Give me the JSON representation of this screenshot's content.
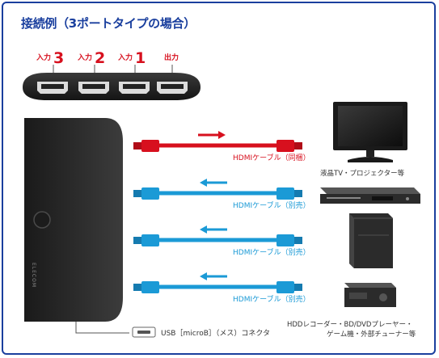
{
  "title": "接続例（3ポートタイプの場合）",
  "ports": {
    "in3_prefix": "入力",
    "in3_num": "3",
    "in2_prefix": "入力",
    "in2_num": "2",
    "in1_prefix": "入力",
    "in1_num": "1",
    "out_label": "出力"
  },
  "cables": {
    "output": "HDMIケーブル（同梱）",
    "input1": "HDMIケーブル（別売）",
    "input2": "HDMIケーブル（別売）",
    "input3": "HDMIケーブル（別売）"
  },
  "devices": {
    "tv": "液晶TV・プロジェクター等",
    "recorder_line1": "HDDレコーダー・BD/DVDプレーヤー・",
    "recorder_line2": "ゲーム機・外部チューナー等"
  },
  "usb_label": "USB［microB］（メス）コネクタ",
  "brand": "ELECOM",
  "colors": {
    "accent": "#1a3f9e",
    "output_cable": "#d7101e",
    "input_cable": "#1b9ad6",
    "device": "#2b2b2b"
  }
}
